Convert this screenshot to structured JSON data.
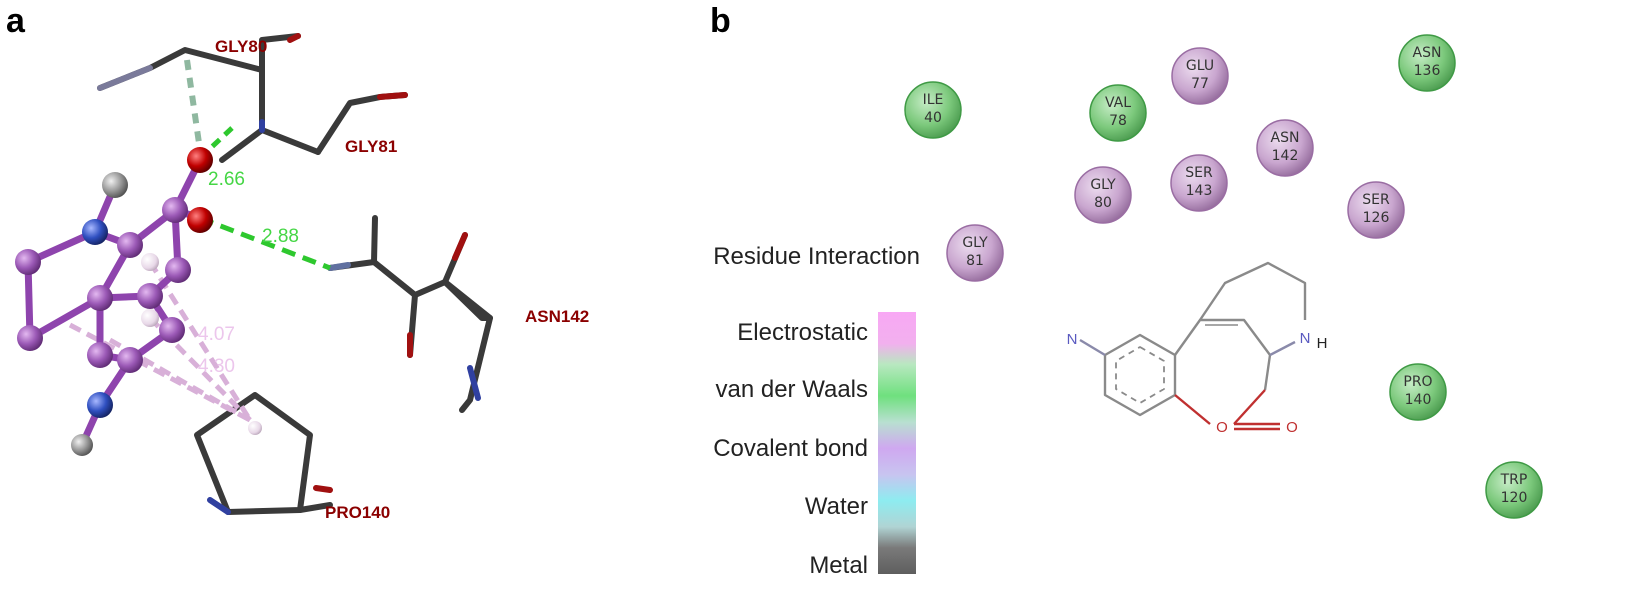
{
  "panels": {
    "a": {
      "letter": "a"
    },
    "b": {
      "letter": "b"
    }
  },
  "panel_a": {
    "residues": [
      {
        "id": "gly80",
        "label": "GLY80"
      },
      {
        "id": "gly81",
        "label": "GLY81"
      },
      {
        "id": "asn142",
        "label": "ASN142"
      },
      {
        "id": "pro140",
        "label": "PRO140"
      }
    ],
    "distances": [
      {
        "id": "d1",
        "label": "2.66"
      },
      {
        "id": "d2",
        "label": "2.88"
      },
      {
        "id": "d3",
        "label": "4.07"
      },
      {
        "id": "d4",
        "label": "4.30"
      }
    ]
  },
  "panel_b": {
    "legend": {
      "title": "Residue Interaction",
      "items": [
        {
          "label": "Electrostatic",
          "color": "#f5a3f0"
        },
        {
          "label": "van der Waals",
          "color": "#7ee58a"
        },
        {
          "label": "Covalent bond",
          "color": "#d2a9f0"
        },
        {
          "label": "Water",
          "color": "#8fecf0"
        },
        {
          "label": "Metal",
          "color": "#6b6b6b"
        }
      ]
    },
    "residues": [
      {
        "id": "ile40",
        "name": "ILE",
        "num": "40",
        "kind": "vdw"
      },
      {
        "id": "val78",
        "name": "VAL",
        "num": "78",
        "kind": "vdw"
      },
      {
        "id": "glu77",
        "name": "GLU",
        "num": "77",
        "kind": "polar"
      },
      {
        "id": "asn136",
        "name": "ASN",
        "num": "136",
        "kind": "vdw"
      },
      {
        "id": "asn142",
        "name": "ASN",
        "num": "142",
        "kind": "polar"
      },
      {
        "id": "gly80",
        "name": "GLY",
        "num": "80",
        "kind": "polar"
      },
      {
        "id": "ser143",
        "name": "SER",
        "num": "143",
        "kind": "polar"
      },
      {
        "id": "ser126",
        "name": "SER",
        "num": "126",
        "kind": "polar"
      },
      {
        "id": "gly81",
        "name": "GLY",
        "num": "81",
        "kind": "polar"
      },
      {
        "id": "pro140",
        "name": "PRO",
        "num": "140",
        "kind": "vdw"
      },
      {
        "id": "trp120",
        "name": "TRP",
        "num": "120",
        "kind": "vdw"
      }
    ],
    "atom_labels": {
      "n": "N",
      "nh_n": "N",
      "nh_h": "H",
      "o_ring": "O",
      "o_carbonyl": "O"
    }
  },
  "colors": {
    "vdw_fill": "#7cc97c",
    "vdw_stroke": "#3f9a45",
    "polar_fill": "#c9a6cf",
    "polar_stroke": "#9a6da3",
    "residue_label": "#8b0000",
    "hbond": "#45d645",
    "pi": "#e0b8e0",
    "ligand_atom": "#9b59b6",
    "bond_grey": "#3a3a3a"
  }
}
